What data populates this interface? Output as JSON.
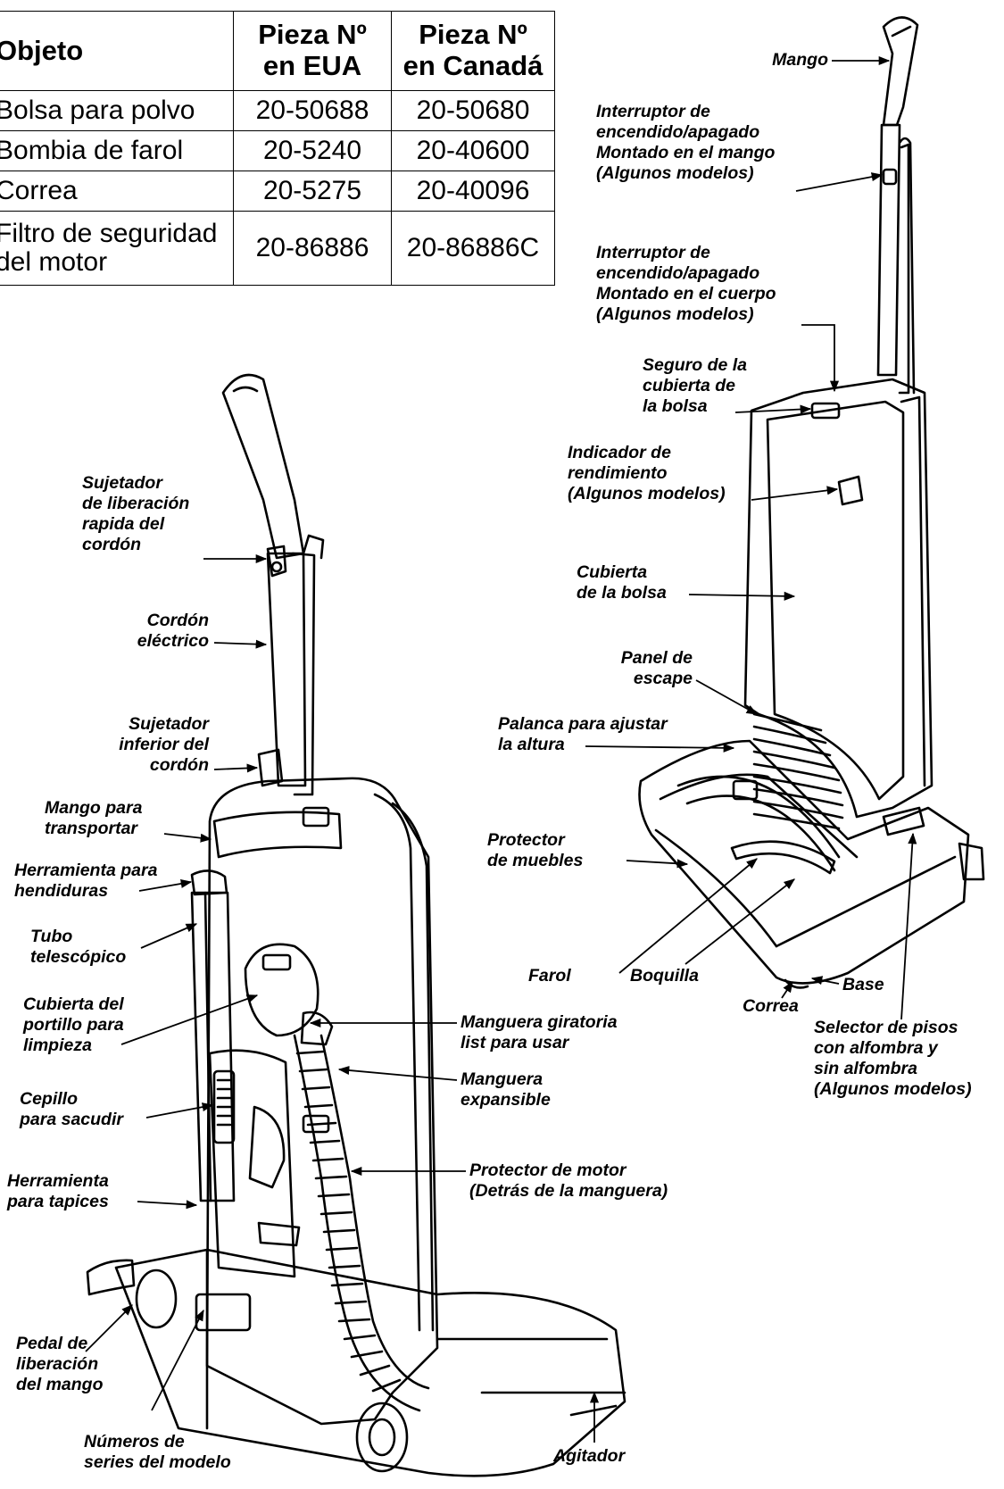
{
  "table": {
    "headers": [
      "Objeto",
      "Pieza Nº en EUA",
      "Pieza Nº en Canadá"
    ],
    "rows": [
      [
        "Bolsa para polvo",
        "20-50688",
        "20-50680"
      ],
      [
        "Bombia de farol",
        "20-5240",
        "20-40600"
      ],
      [
        "Correa",
        "20-5275",
        "20-40096"
      ],
      [
        "Filtro de seguridad del motor",
        "20-86886",
        "20-86886C"
      ]
    ]
  },
  "labels": {
    "mango": "Mango",
    "interruptor_mango": "Interruptor de\nencendido/apagado\nMontado en el mango\n(Algunos modelos)",
    "interruptor_cuerpo": "Interruptor de\nencendido/apagado\nMontado en el cuerpo\n(Algunos modelos)",
    "seguro_cubierta": "Seguro de la\ncubierta de\nla bolsa",
    "indicador": "Indicador de\nrendimiento\n(Algunos modelos)",
    "cubierta_bolsa": "Cubierta\nde la bolsa",
    "panel_escape": "Panel de\nescape",
    "palanca_altura": "Palanca para ajustar\nla altura",
    "protector_muebles": "Protector\nde muebles",
    "farol": "Farol",
    "boquilla": "Boquilla",
    "base": "Base",
    "correa": "Correa",
    "selector_pisos": "Selector de pisos\ncon alfombra y\nsin alfombra\n(Algunos modelos)",
    "sujetador_rapida": "Sujetador\nde liberación\nrapida del\ncordón",
    "cordon_electrico": "Cordón\neléctrico",
    "sujetador_inferior": "Sujetador\ninferior del\ncordón",
    "mango_transportar": "Mango para\ntransportar",
    "herramienta_hendiduras": "Herramienta para\nhendiduras",
    "tubo_telescopico": "Tubo\ntelescópico",
    "cubierta_portillo": "Cubierta del\nportillo para\nlimpieza",
    "cepillo": "Cepillo\npara sacudir",
    "herramienta_tapices": "Herramienta\npara tapices",
    "pedal": "Pedal de\nliberación\ndel mango",
    "numeros_series": "Números de\nseries del modelo",
    "manguera_giratoria": "Manguera giratoria\nlist para usar",
    "manguera_expansible": "Manguera\nexpansible",
    "protector_motor": "Protector de motor\n(Detrás de la manguera)",
    "agitador": "Agitador"
  }
}
